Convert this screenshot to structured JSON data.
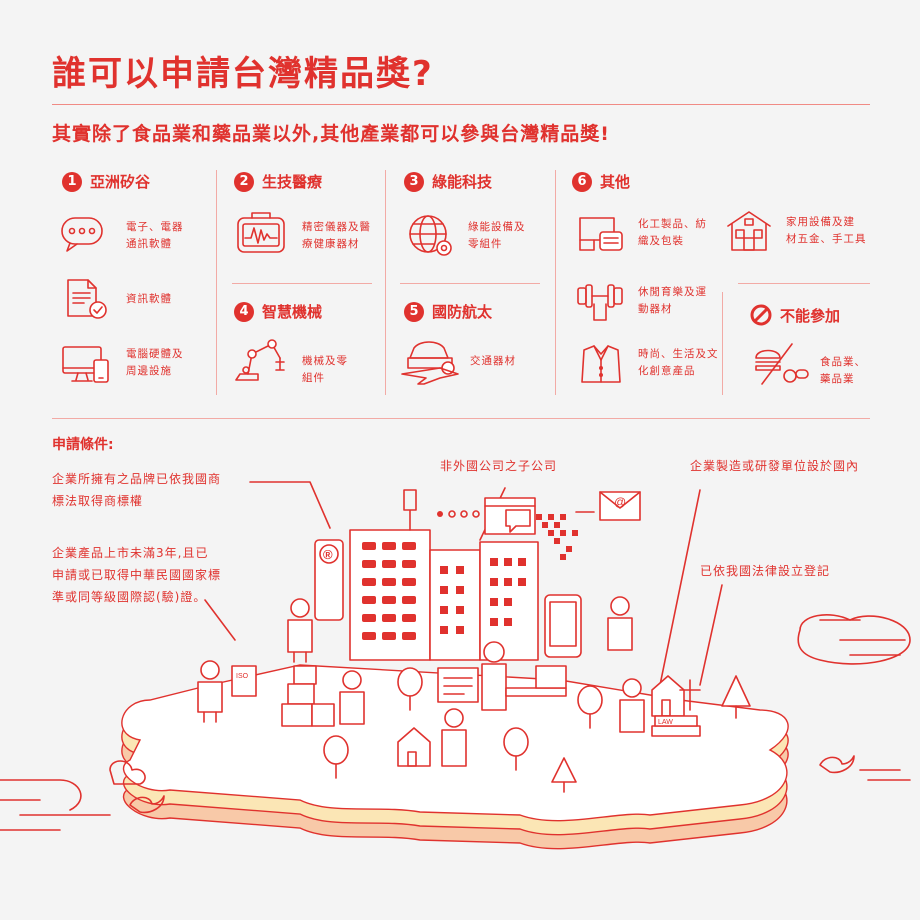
{
  "title": "誰可以申請台灣精品獎?",
  "subtitle": "其實除了食品業和藥品業以外,其他產業都可以參與台灣精品獎!",
  "categories": {
    "c1": {
      "num": "1",
      "label": "亞洲矽谷",
      "items": [
        "電子、電器\n通訊軟體",
        "資訊軟體",
        "電腦硬體及\n周邊設施"
      ]
    },
    "c2": {
      "num": "2",
      "label": "生技醫療",
      "items": [
        "精密儀器及醫\n療健康器材"
      ]
    },
    "c3": {
      "num": "3",
      "label": "綠能科技",
      "items": [
        "綠能設備及\n零組件"
      ]
    },
    "c4": {
      "num": "4",
      "label": "智慧機械",
      "items": [
        "機械及零\n組件"
      ]
    },
    "c5": {
      "num": "5",
      "label": "國防航太",
      "items": [
        "交通器材"
      ]
    },
    "c6": {
      "num": "6",
      "label": "其他",
      "items": [
        "化工製品、紡\n織及包裝",
        "家用設備及建\n材五金、手工具",
        "休閒育樂及運\n動器材",
        "時尚、生活及文\n化創意產品"
      ]
    },
    "excluded": {
      "label": "不能參加",
      "items": [
        "食品業、\n藥品業"
      ]
    }
  },
  "conditions": {
    "heading": "申請條件:",
    "items": [
      "企業所擁有之品牌已依我國商\n標法取得商標權",
      "企業產品上市未滿3年,且已\n申請或已取得中華民國國家標\n準或同等級國際認(驗)證。",
      "非外國公司之子公司",
      "企業製造或研發單位設於國內",
      "已依我國法律設立登記"
    ]
  },
  "illustration": {
    "trademark": "®",
    "iso": "ISO",
    "law": "LAW",
    "email": "@"
  },
  "colors": {
    "accent": "#e0322e",
    "background": "#f4f4f4",
    "soft": "#f2aaa5",
    "yellow": "#fbe6b5"
  }
}
